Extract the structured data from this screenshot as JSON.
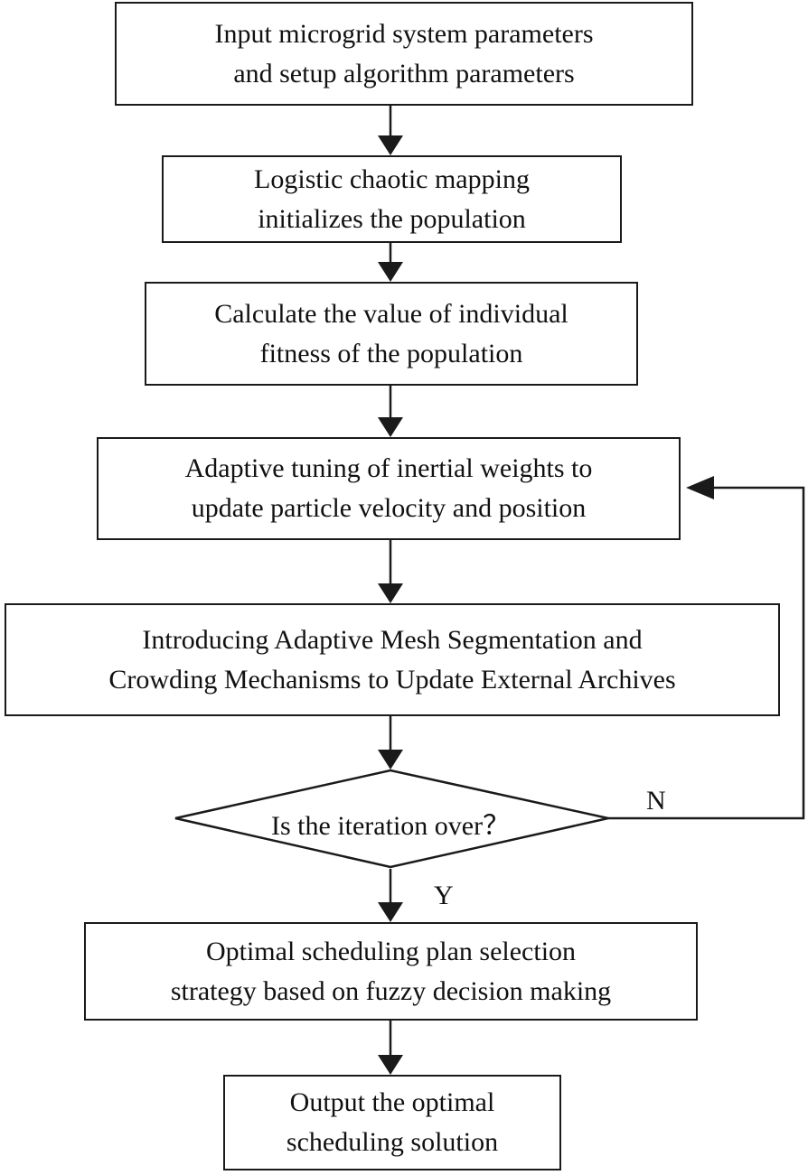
{
  "steps": {
    "input": [
      "Input microgrid system parameters",
      "and setup algorithm parameters"
    ],
    "init": [
      "Logistic chaotic mapping",
      "initializes the population"
    ],
    "fitness": [
      "Calculate the value of individual",
      "fitness of the population"
    ],
    "tuning": [
      "Adaptive tuning of inertial weights to",
      "update particle velocity and position"
    ],
    "archive": [
      "Introducing Adaptive Mesh Segmentation and",
      "Crowding Mechanisms to Update External Archives"
    ],
    "decision": "Is the iteration over？",
    "selection": [
      "Optimal scheduling plan selection",
      "strategy based on fuzzy decision making"
    ],
    "output": [
      "Output the optimal",
      "scheduling solution"
    ]
  },
  "branches": {
    "no": "N",
    "yes": "Y"
  }
}
